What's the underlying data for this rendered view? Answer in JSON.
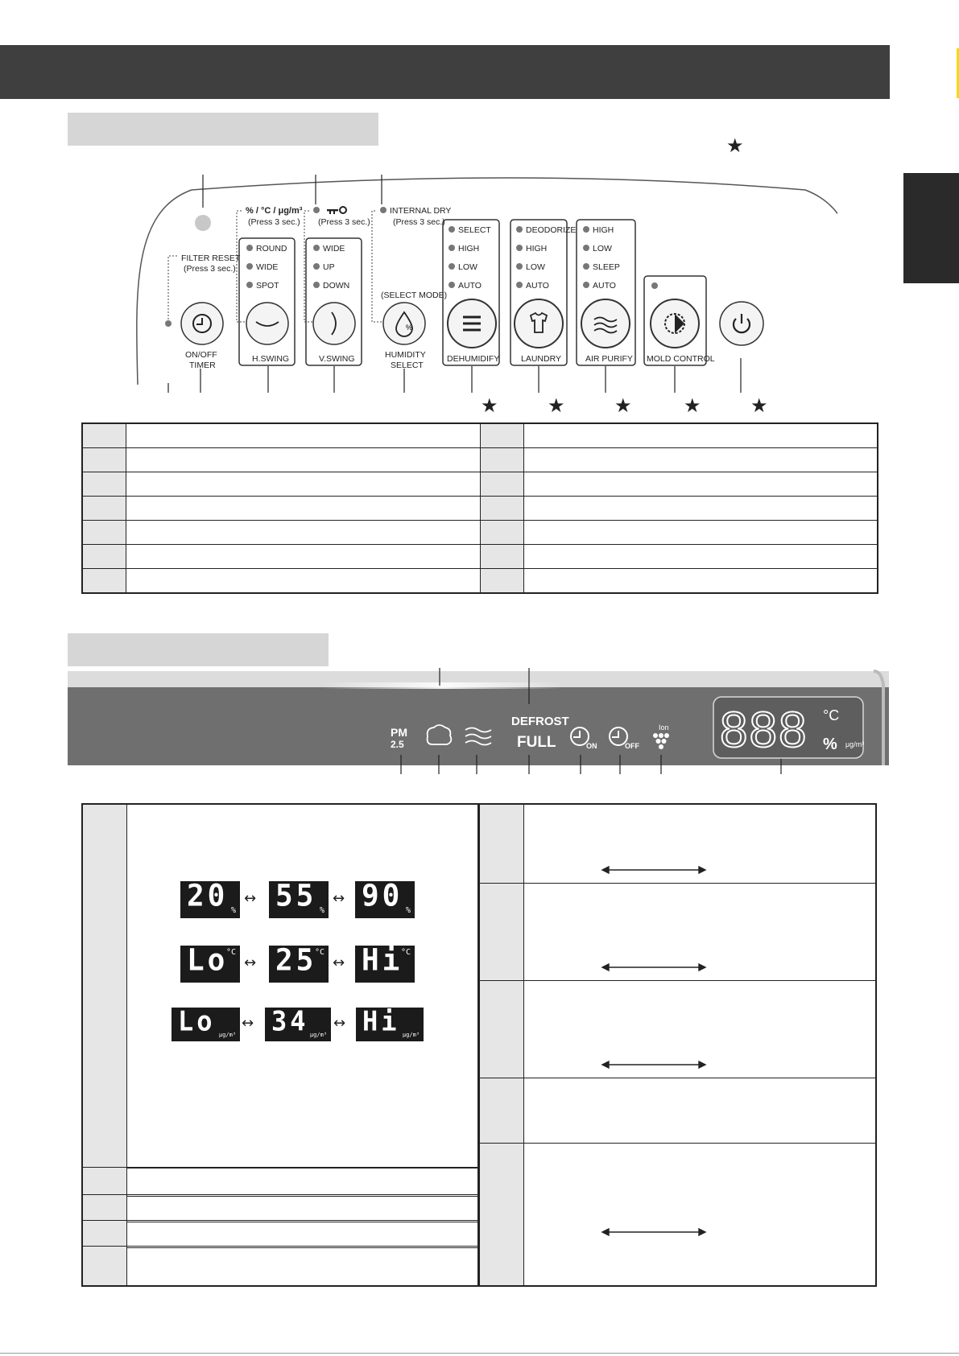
{
  "control_panel": {
    "filter_reset": "FILTER RESET",
    "filter_reset_sub": "(Press 3 sec.)",
    "units_label": "% / °C / μg/m³",
    "units_sub": "(Press 3 sec.)",
    "lock_sub": "(Press 3 sec.)",
    "internal_dry": "INTERNAL DRY",
    "internal_dry_sub": "(Press 3 sec.)",
    "select_mode": "(SELECT MODE)",
    "timer_label_1": "ON/OFF",
    "timer_label_2": "TIMER",
    "hswing_items": [
      "ROUND",
      "WIDE",
      "SPOT"
    ],
    "hswing_label": "H.SWING",
    "vswing_items": [
      "WIDE",
      "UP",
      "DOWN"
    ],
    "vswing_label": "V.SWING",
    "humidity_label_1": "HUMIDITY",
    "humidity_label_2": "SELECT",
    "dehumidify_items": [
      "SELECT",
      "HIGH",
      "LOW",
      "AUTO"
    ],
    "dehumidify_label": "DEHUMIDIFY",
    "laundry_items": [
      "DEODORIZE",
      "HIGH",
      "LOW",
      "AUTO"
    ],
    "laundry_label": "LAUNDRY",
    "air_purify_items": [
      "HIGH",
      "LOW",
      "SLEEP",
      "AUTO"
    ],
    "air_purify_label": "AIR PURIFY",
    "mold_control_label": "MOLD CONTROL",
    "star_glyph": "★"
  },
  "display": {
    "pm_top": "PM",
    "pm_bottom": "2.5",
    "defrost": "DEFROST",
    "full": "FULL",
    "timer_on": "ON",
    "timer_off": "OFF",
    "ion": "Ion",
    "digits": "888",
    "unit_c": "°C",
    "unit_pct": "%",
    "unit_ug": "μg/m³"
  },
  "examples": {
    "humidity": [
      {
        "v": "20",
        "u": "%"
      },
      {
        "v": "55",
        "u": "%"
      },
      {
        "v": "90",
        "u": "%"
      }
    ],
    "temperature": [
      {
        "v": "Lo",
        "u": "°C"
      },
      {
        "v": "25",
        "u": "°C"
      },
      {
        "v": "Hi",
        "u": "°C"
      }
    ],
    "pm": [
      {
        "v": "Lo",
        "u": "μg/m³"
      },
      {
        "v": "34",
        "u": "μg/m³"
      },
      {
        "v": "Hi",
        "u": "μg/m³"
      }
    ],
    "arrow": "↔"
  }
}
